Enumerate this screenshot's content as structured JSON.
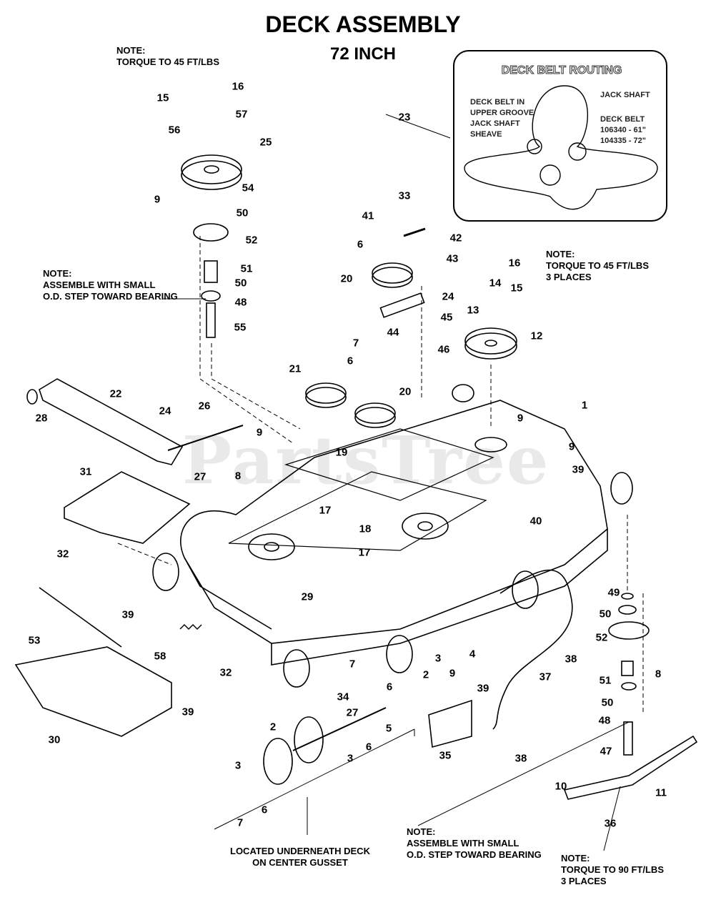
{
  "title": "DECK ASSEMBLY",
  "subtitle": "72 INCH",
  "watermark": "PartsTree",
  "notes": {
    "top_torque": "NOTE:\nTORQUE TO 45 FT/LBS",
    "assemble_left": "NOTE:\nASSEMBLE WITH SMALL\nO.D. STEP TOWARD BEARING",
    "torque_right": "NOTE:\nTORQUE TO 45 FT/LBS\n3 PLACES",
    "underneath": "LOCATED UNDERNEATH DECK\nON CENTER GUSSET",
    "assemble_bottom": "NOTE:\nASSEMBLE WITH SMALL\nO.D. STEP TOWARD BEARING",
    "torque_blade": "NOTE:\nTORQUE TO 90 FT/LBS\n3 PLACES"
  },
  "belt_routing": {
    "title": "DECK BELT ROUTING",
    "upper_groove": "DECK BELT IN\nUPPER GROOVE\nJACK SHAFT\nSHEAVE",
    "jack_shaft": "JACK SHAFT",
    "deck_belt": "DECK BELT\n106340 - 61\"\n104335 - 72\""
  },
  "callouts": [
    "16",
    "15",
    "57",
    "56",
    "25",
    "54",
    "9",
    "50",
    "52",
    "51",
    "50",
    "48",
    "55",
    "33",
    "41",
    "42",
    "6",
    "43",
    "20",
    "24",
    "45",
    "44",
    "46",
    "16",
    "14",
    "15",
    "13",
    "12",
    "7",
    "6",
    "21",
    "20",
    "19",
    "22",
    "28",
    "24",
    "26",
    "9",
    "27",
    "8",
    "9",
    "1",
    "9",
    "39",
    "31",
    "17",
    "18",
    "17",
    "40",
    "29",
    "32",
    "39",
    "53",
    "58",
    "30",
    "39",
    "32",
    "7",
    "6",
    "34",
    "27",
    "3",
    "4",
    "2",
    "9",
    "39",
    "38",
    "37",
    "35",
    "38",
    "49",
    "50",
    "52",
    "51",
    "8",
    "50",
    "48",
    "47",
    "10",
    "11",
    "36",
    "5",
    "2",
    "3",
    "6",
    "3",
    "6",
    "7",
    "23"
  ]
}
